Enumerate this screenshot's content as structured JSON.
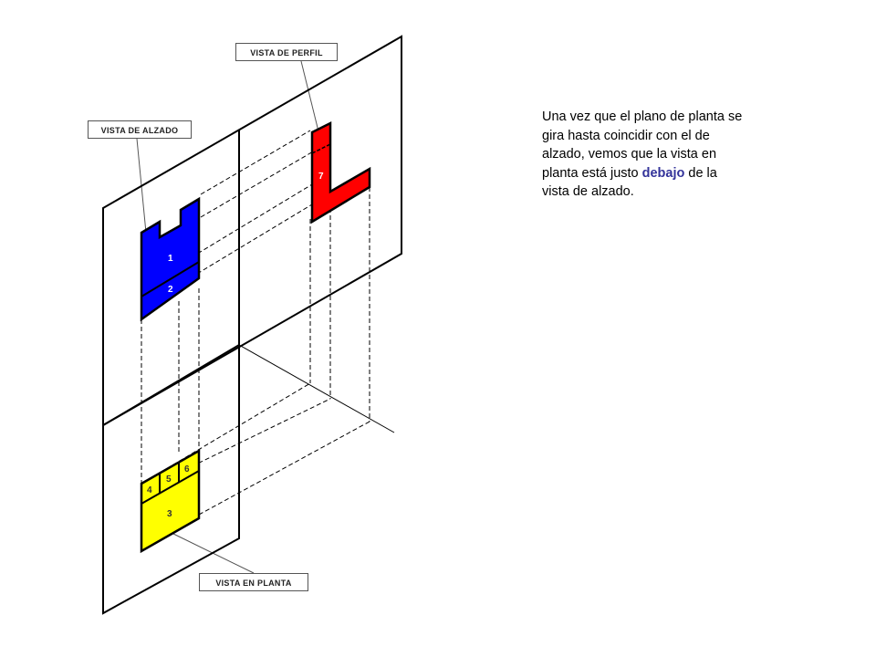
{
  "callouts": {
    "perfil": "VISTA DE PERFIL",
    "alzado": "VISTA DE ALZADO",
    "planta": "VISTA EN PLANTA"
  },
  "pieces": {
    "p1": "1",
    "p2": "2",
    "p3": "3",
    "p4": "4",
    "p5": "5",
    "p6": "6",
    "p7": "7"
  },
  "colors": {
    "alzado": "#0000ff",
    "planta": "#ffff00",
    "perfil": "#ff0000",
    "highlight": "#33339a"
  },
  "explanation": {
    "before": "Una vez que el plano de planta se gira hasta coincidir con el de alzado, vemos que la vista en planta está justo ",
    "highlight": "debajo",
    "after": " de la vista de alzado."
  }
}
